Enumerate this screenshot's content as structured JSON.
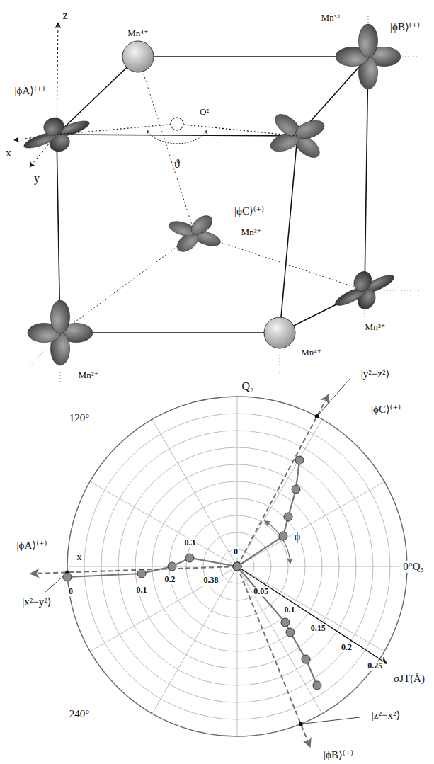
{
  "diagram": {
    "labels": [
      "z",
      "Mn⁴⁺",
      "Mn³⁺",
      "|ϕB⟩⁽⁺⁾",
      "|ϕA⟩⁽⁺⁾",
      "O²⁻",
      "x",
      "ϑ",
      "y",
      "|ϕC⟩⁽⁺⁾",
      "Mn³⁺",
      "Mn³⁺",
      "Mn⁴⁺",
      "Mn³⁺",
      "Q₂",
      "120°",
      "|y²−z²⟩",
      "|ϕC⟩⁽⁺⁾",
      "|ϕA⟩⁽⁺⁾",
      "x",
      "0",
      "0.3",
      "0°Q₃",
      "ϕ",
      "|x²−y²⟩",
      "0",
      "0.1",
      "0.2",
      "0.38",
      "0.05",
      "0.1",
      "0.15",
      "0.2",
      "0.25",
      "σJT(Å)",
      "240°",
      "|z²−x²⟩",
      "|ϕB⟩⁽⁺⁾"
    ]
  }
}
